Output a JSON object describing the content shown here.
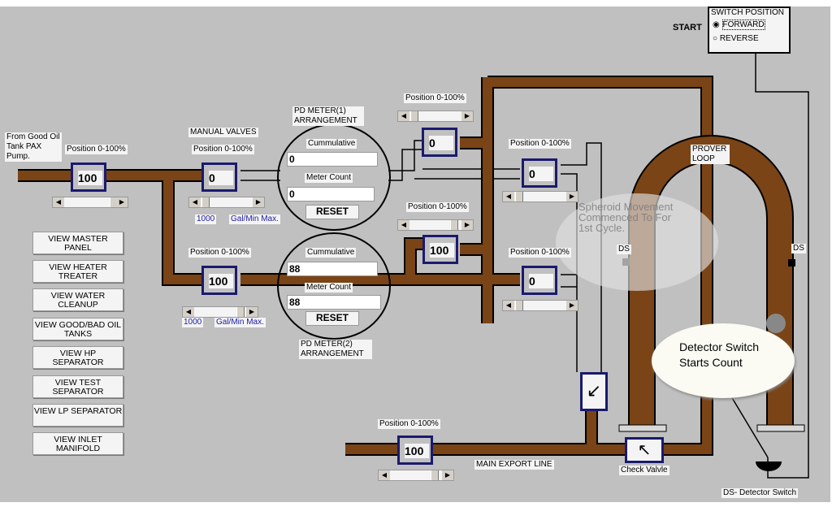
{
  "colors": {
    "pipe": "#7a4416",
    "valve_border": "#1a1a6e",
    "background": "#c0c0c0"
  },
  "source_label": "From Good Oil Tank PAX Pump.",
  "manual_valves_label": "MANUAL VALVES",
  "position_label": "Position 0-100%",
  "valves": [
    {
      "id": "inlet",
      "value": "100"
    },
    {
      "id": "meter1-in",
      "value": "0"
    },
    {
      "id": "meter2-in",
      "value": "100"
    },
    {
      "id": "upper-cross",
      "value": "0"
    },
    {
      "id": "lower-cross",
      "value": "100"
    },
    {
      "id": "meter1-out",
      "value": "0"
    },
    {
      "id": "meter2-out",
      "value": "0"
    },
    {
      "id": "export",
      "value": "100"
    }
  ],
  "flow": {
    "max_value": "1000",
    "unit": "Gal/Min Max."
  },
  "meter1": {
    "title": "PD METER(1) ARRANGEMENT",
    "cumulative_label": "Cummulative",
    "cumulative": "0",
    "count_label": "Meter Count",
    "count": "0",
    "reset": "RESET"
  },
  "meter2": {
    "title": "PD METER(2) ARRANGEMENT",
    "cumulative_label": "Cummulative",
    "cumulative": "88",
    "count_label": "Meter Count",
    "count": "88",
    "reset": "RESET"
  },
  "nav_buttons": [
    "VIEW MASTER PANEL",
    "VIEW HEATER TREATER",
    "VIEW WATER CLEANUP",
    "VIEW GOOD/BAD OIL TANKS",
    "VIEW HP SEPARATOR",
    "VIEW TEST SEPARATOR",
    "VIEW LP SEPARATOR",
    "VIEW INLET MANIFOLD"
  ],
  "switch": {
    "start_label": "START",
    "title": "SWITCH POSITION",
    "options": [
      "FORWARD",
      "REVERSE"
    ],
    "selected": "FORWARD"
  },
  "prover_label": "PROVER LOOP",
  "ds_label": "DS",
  "bubble_faded": "Spheroid Movement Commenced To For 1st Cycle.",
  "bubble_main": "Detector Switch Starts Count",
  "export_label": "MAIN EXPORT LINE",
  "check_valve_label": "Check Valvle",
  "ds_legend": "DS- Detector Switch"
}
